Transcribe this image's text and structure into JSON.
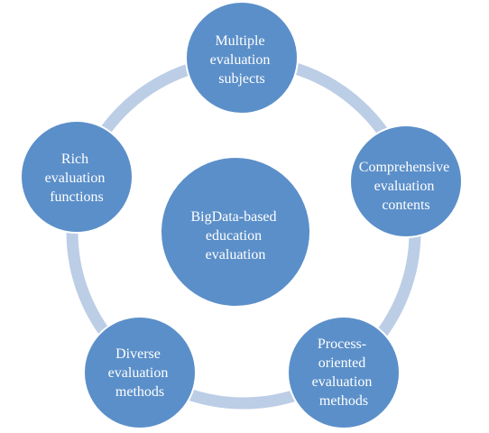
{
  "colors": {
    "ring": "#bccde6",
    "node": "#5b8fc9"
  },
  "center": {
    "lines": [
      "BigData-based",
      "education",
      "evaluation"
    ]
  },
  "nodes": [
    {
      "id": "multiple-evaluation-subjects",
      "lines": [
        "Multiple",
        "evaluation",
        "subjects"
      ]
    },
    {
      "id": "comprehensive-evaluation-contents",
      "lines": [
        "Comprehensive",
        "evaluation",
        "contents"
      ]
    },
    {
      "id": "process-oriented-evaluation-methods",
      "lines": [
        "Process-",
        "oriented",
        "evaluation",
        "methods"
      ]
    },
    {
      "id": "diverse-evaluation-methods",
      "lines": [
        "Diverse",
        "evaluation",
        "methods"
      ]
    },
    {
      "id": "rich-evaluation-functions",
      "lines": [
        "Rich",
        "evaluation",
        "functions"
      ]
    }
  ]
}
